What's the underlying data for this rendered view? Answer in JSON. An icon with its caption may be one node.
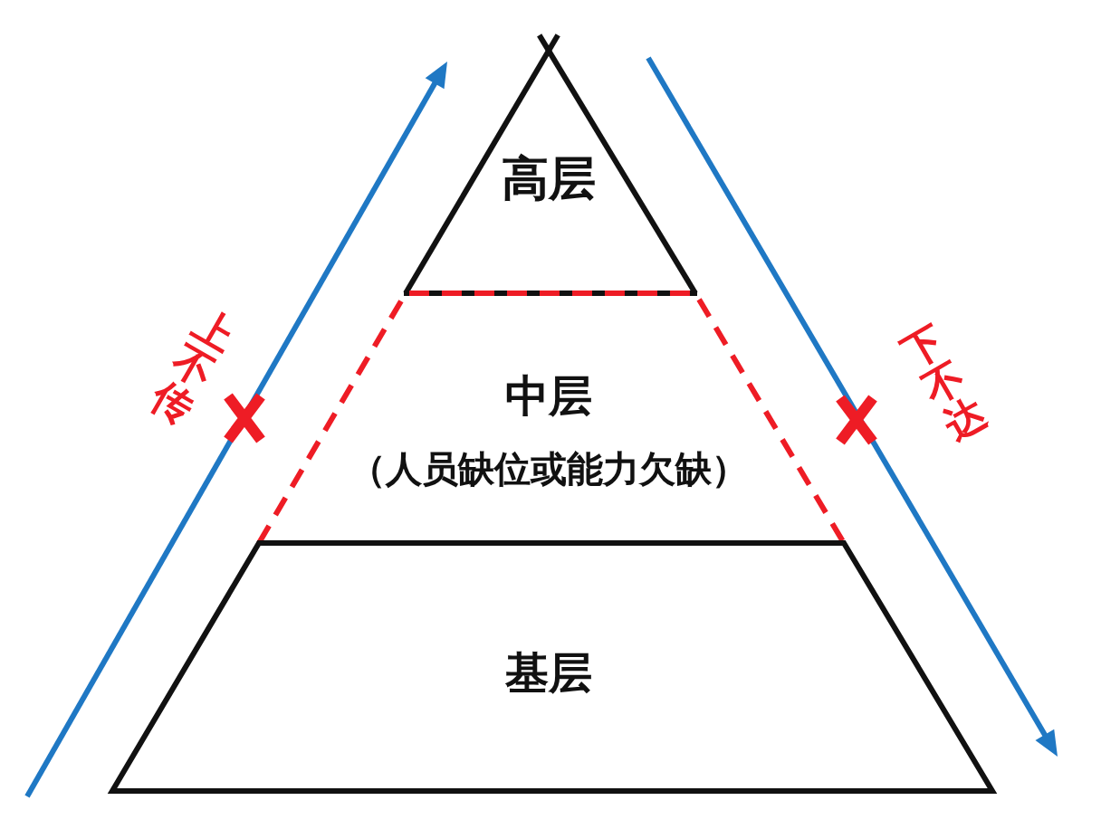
{
  "diagram": {
    "nodes": [
      {
        "text": [
          "高层"
        ]
      },
      {
        "text": [
          "中层",
          "（人员缺位或能力欠缺）"
        ]
      },
      {
        "text": [
          "基层"
        ]
      }
    ],
    "labels": [
      "上不传",
      "下不达"
    ]
  }
}
